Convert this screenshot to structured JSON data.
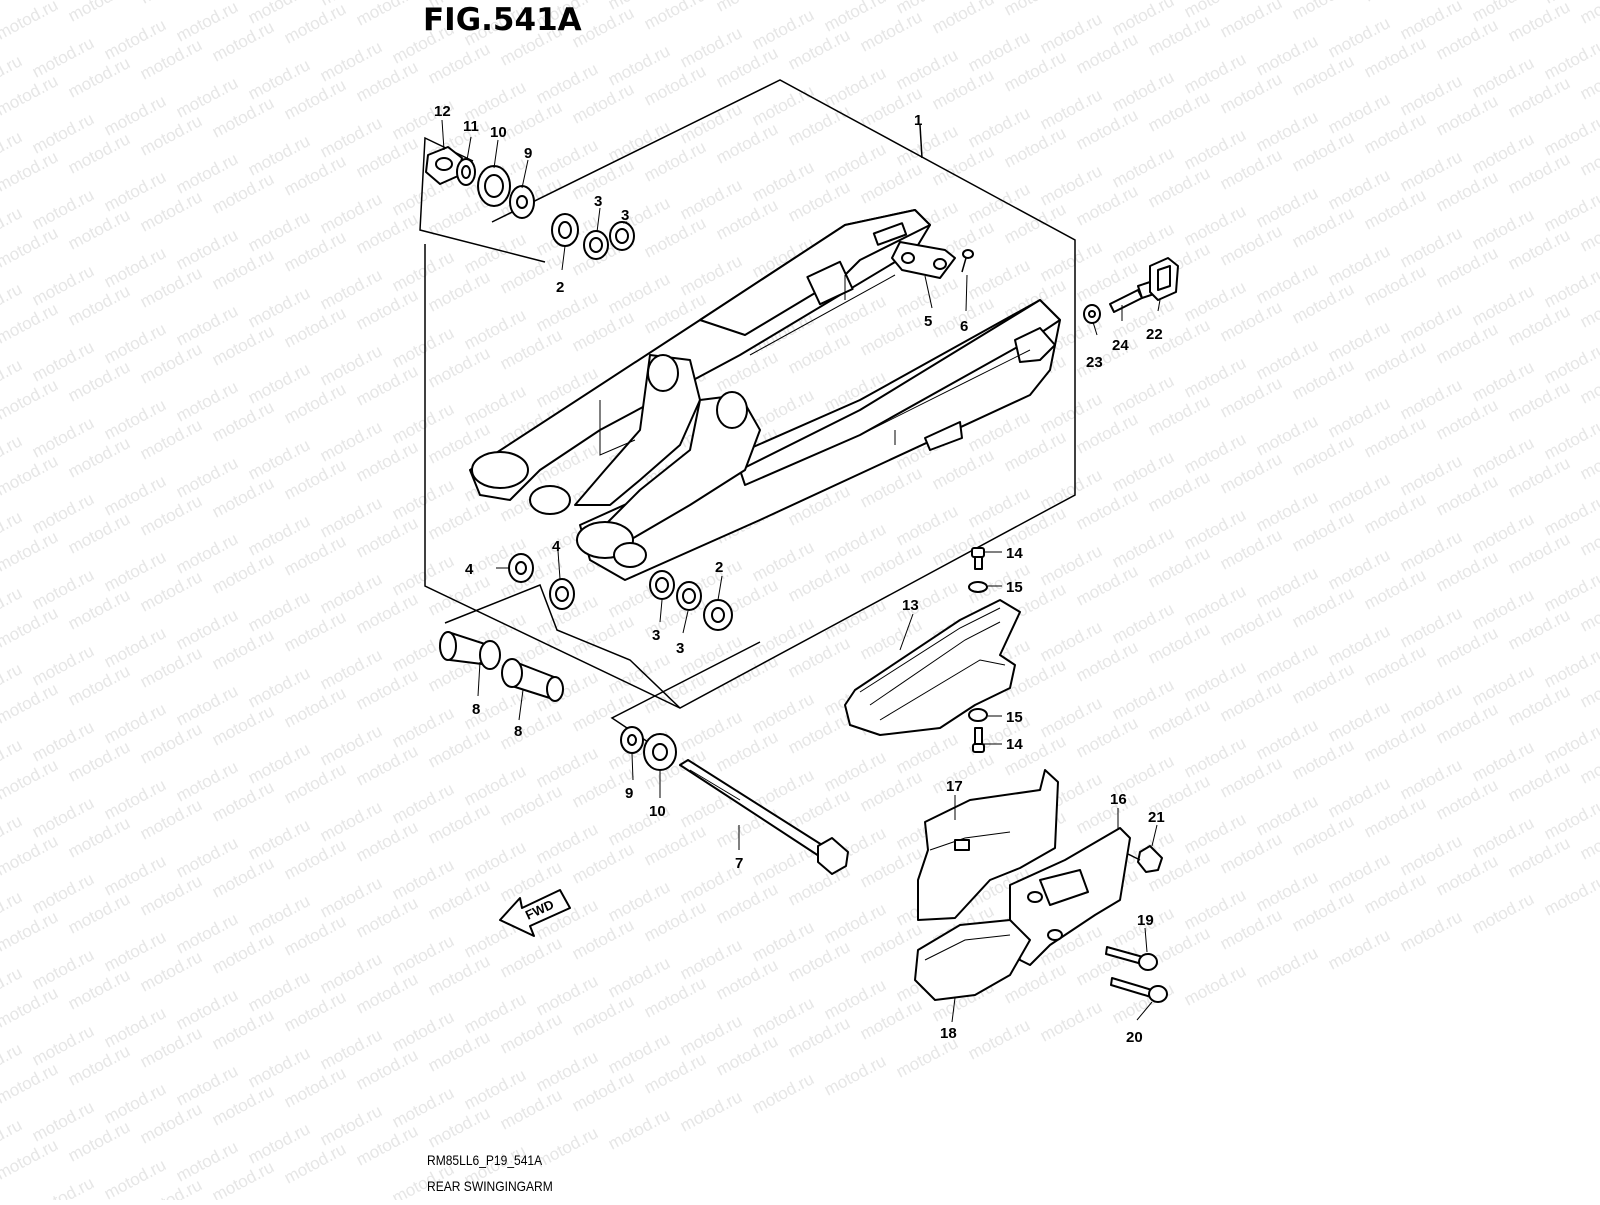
{
  "figure": {
    "title": "FIG.541A",
    "code": "RM85LL6_P19_541A",
    "name": "REAR SWINGINGARM",
    "watermark": "motod.ru",
    "fwd_label": "FWD"
  },
  "callouts": [
    "1",
    "2",
    "3",
    "4",
    "5",
    "6",
    "7",
    "8",
    "9",
    "10",
    "11",
    "12",
    "13",
    "14",
    "15",
    "16",
    "17",
    "18",
    "19",
    "20",
    "21",
    "22",
    "23",
    "24"
  ]
}
